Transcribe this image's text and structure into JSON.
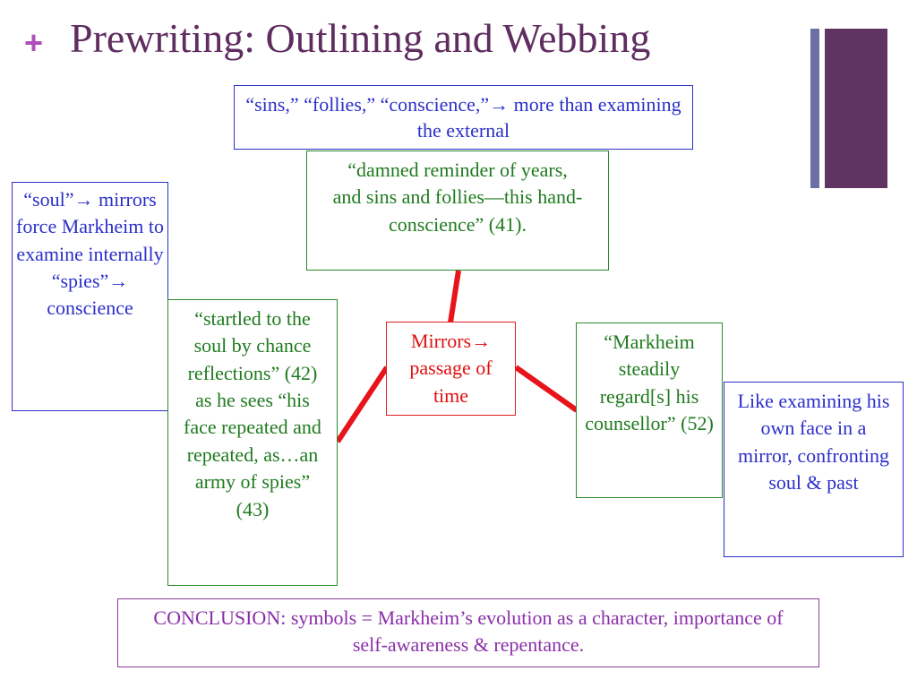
{
  "header": {
    "bullet": "+",
    "title": "Prewriting: Outlining and Webbing"
  },
  "boxes": {
    "top_blue": "“sins,” “follies,” “conscience,”→ more than examining the external",
    "top_green": "“damned reminder of years, and sins and follies—this hand-conscience” (41).",
    "left_blue": "“soul”→ mirrors force Markheim to examine internally “spies”→ conscience",
    "left_green": "“startled to the soul by chance reflections” (42) as he sees “his face repeated and repeated, as…an army of spies” (43)",
    "center_red": "Mirrors→ passage of time",
    "right_green": "“Markheim steadily regard[s] his counsellor” (52)",
    "right_blue": "Like examining his own face in a mirror, confronting soul & past",
    "conclusion": "CONCLUSION: symbols = Markheim’s evolution as a character, importance of self-awareness & repentance."
  },
  "colors": {
    "title": "#5f2d5f",
    "blue": "#2b2fc9",
    "green": "#1f7a1f",
    "red": "#e01010",
    "purple": "#8a2fa8",
    "connector": "#e8141c"
  }
}
